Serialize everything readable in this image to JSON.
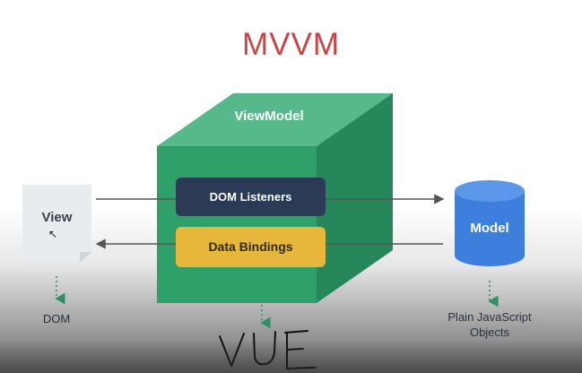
{
  "title": "MVVM",
  "view": {
    "label": "View",
    "caption": "DOM"
  },
  "viewmodel": {
    "label": "ViewModel",
    "dom_listeners": "DOM Listeners",
    "data_bindings": "Data Bindings"
  },
  "model": {
    "label": "Model",
    "caption_line1": "Plain JavaScript",
    "caption_line2": "Objects"
  },
  "handwriting": "VUE",
  "colors": {
    "title": "#c94545",
    "cube_front": "#2fa06a",
    "cube_top": "#56b98b",
    "cube_side": "#26875a",
    "dom_listeners_box": "#2b3a55",
    "data_bindings_box": "#e6b73b",
    "model_cylinder": "#3d7fdc",
    "view_doc": "#e9ecef"
  },
  "icons": [
    "document-icon",
    "database-icon",
    "cursor-icon"
  ]
}
